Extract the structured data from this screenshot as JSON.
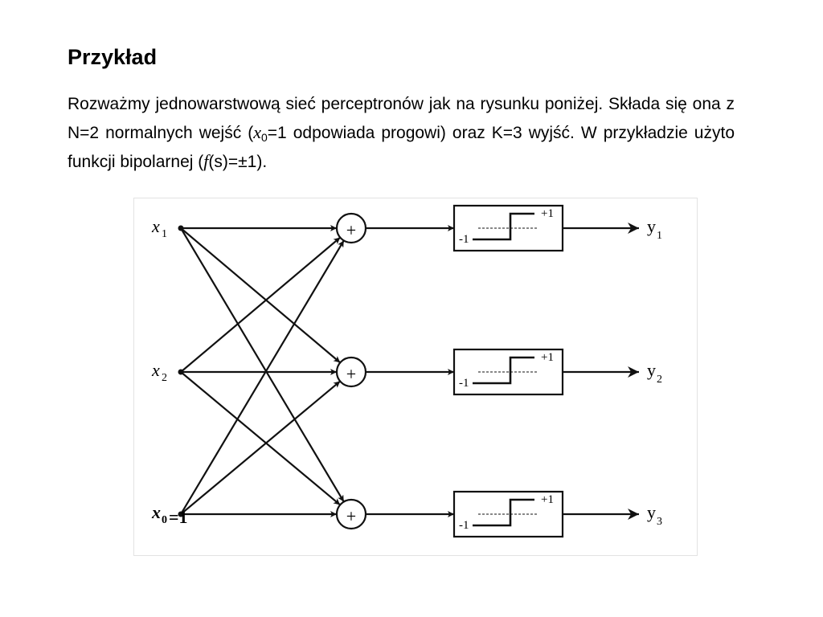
{
  "slide": {
    "title": "Przykład",
    "paragraph": {
      "part1": "Rozważmy jednowarstwową sieć perceptronów jak na rysunku poniżej. Składa się ona z N=2 normalnych wejść (",
      "x_var": "x",
      "x_sub": "0",
      "part2": "=1 odpowiada progowi) oraz K=3 wyjść. W przykładzie użyto funkcji bipolarnej (",
      "f_var": "f",
      "part3": "(s)=±1)."
    }
  },
  "diagram": {
    "inputs": [
      {
        "symbol": "x",
        "sub": "1",
        "suffix": ""
      },
      {
        "symbol": "x",
        "sub": "2",
        "suffix": ""
      },
      {
        "symbol": "x",
        "sub": "0",
        "suffix": "=1"
      }
    ],
    "summers": [
      {
        "symbol": "+"
      },
      {
        "symbol": "+"
      },
      {
        "symbol": "+"
      }
    ],
    "transfer_functions": [
      {
        "high_label": "+1",
        "low_label": "-1"
      },
      {
        "high_label": "+1",
        "low_label": "-1"
      },
      {
        "high_label": "+1",
        "low_label": "-1"
      }
    ],
    "outputs": [
      {
        "symbol": "y",
        "sub": "1"
      },
      {
        "symbol": "y",
        "sub": "2"
      },
      {
        "symbol": "y",
        "sub": "3"
      }
    ]
  }
}
